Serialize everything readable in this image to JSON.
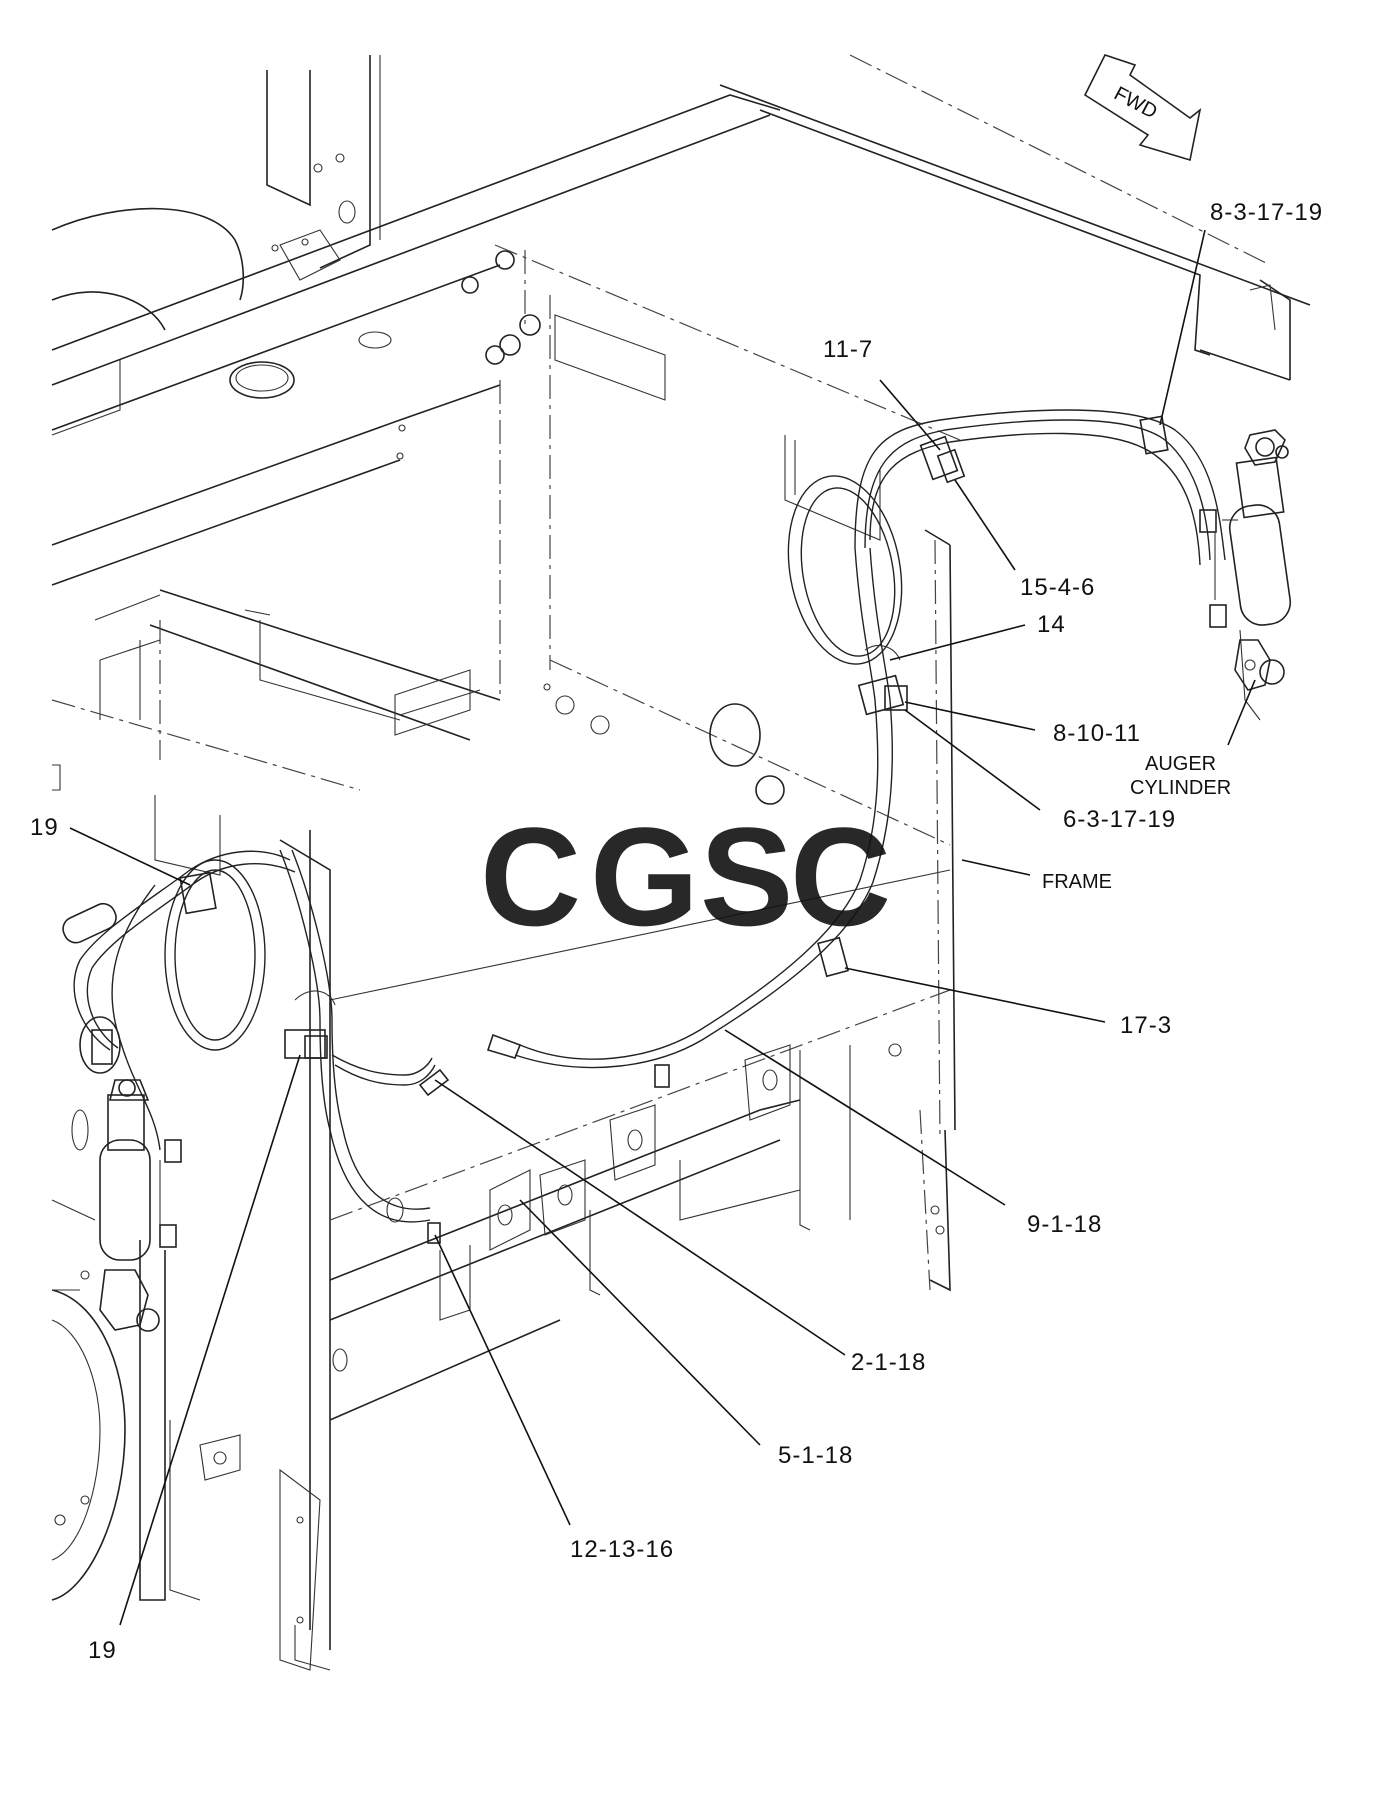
{
  "diagram": {
    "direction_arrow": {
      "label": "FWD"
    },
    "watermark": {
      "text": "CGSC",
      "letter_colors": [
        "#7aa6f0",
        "#f08a82",
        "#f5d66b",
        "#72c29a"
      ]
    },
    "callouts": [
      {
        "id": "c-8-3-17-19",
        "label": "8-3-17-19"
      },
      {
        "id": "c-11-7",
        "label": "11-7"
      },
      {
        "id": "c-15-4-6",
        "label": "15-4-6"
      },
      {
        "id": "c-14",
        "label": "14"
      },
      {
        "id": "c-8-10-11",
        "label": "8-10-11"
      },
      {
        "id": "c-auger",
        "label": "AUGER CYLINDER",
        "lines": [
          "AUGER",
          "CYLINDER"
        ]
      },
      {
        "id": "c-6-3-17-19",
        "label": "6-3-17-19"
      },
      {
        "id": "c-frame",
        "label": "FRAME"
      },
      {
        "id": "c-19-top",
        "label": "19"
      },
      {
        "id": "c-17-3",
        "label": "17-3"
      },
      {
        "id": "c-9-1-18",
        "label": "9-1-18"
      },
      {
        "id": "c-2-1-18",
        "label": "2-1-18"
      },
      {
        "id": "c-5-1-18",
        "label": "5-1-18"
      },
      {
        "id": "c-12-13-16",
        "label": "12-13-16"
      },
      {
        "id": "c-19-bottom",
        "label": "19"
      }
    ]
  }
}
